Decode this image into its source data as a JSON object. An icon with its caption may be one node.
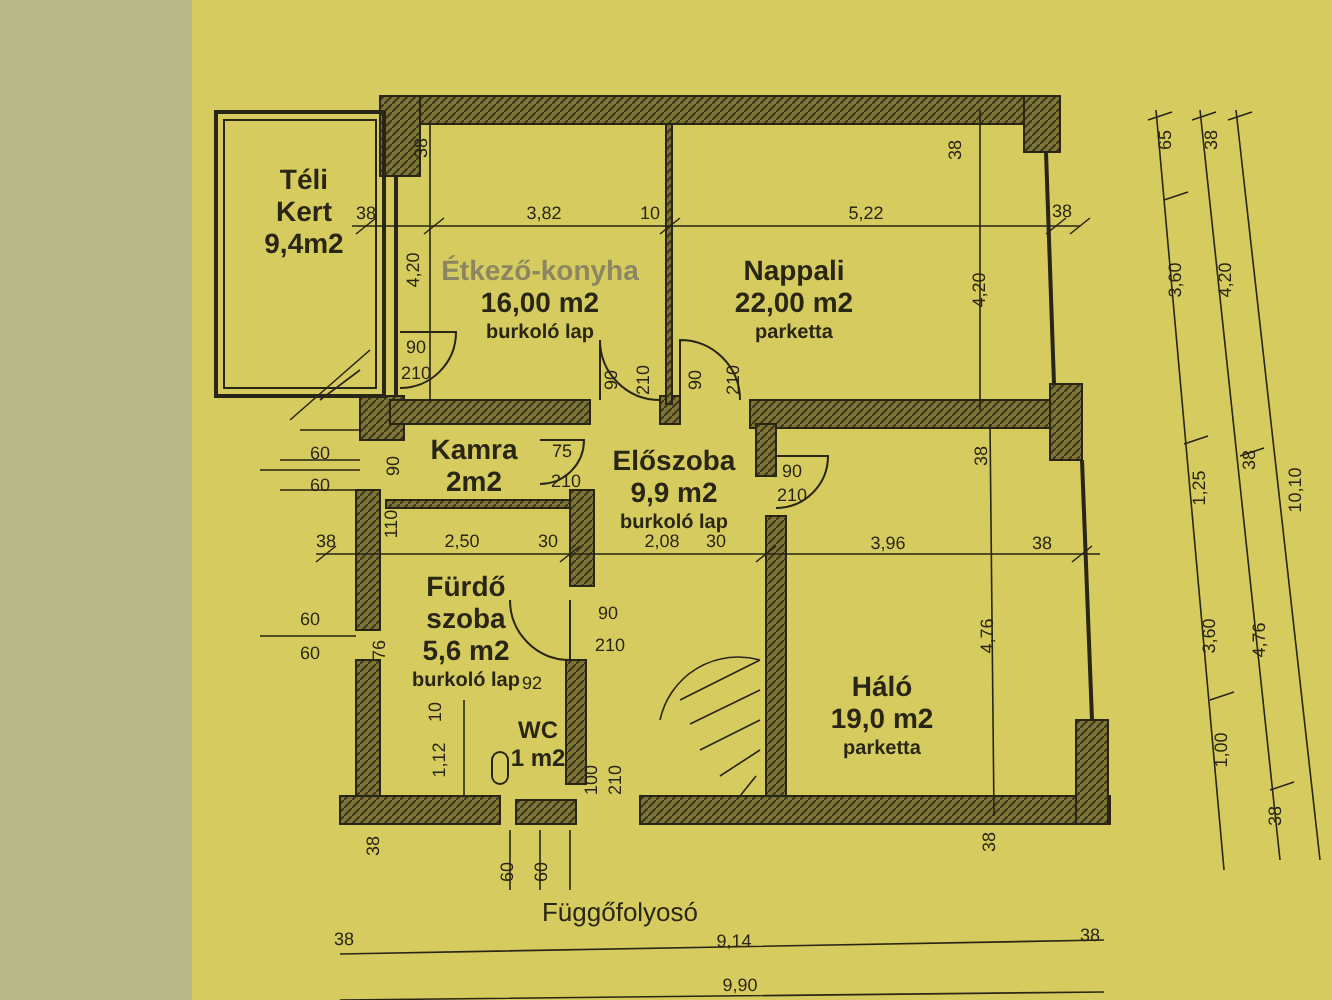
{
  "diagram": {
    "nodes": [
      {
        "text": [
          "Téli Kert",
          "9,4m2"
        ]
      },
      {
        "text": [
          "Étkező-konyha",
          "16,00 m2",
          "burkoló lap"
        ]
      },
      {
        "text": [
          "Nappali",
          "22,00 m2",
          "parketta"
        ]
      },
      {
        "text": [
          "Kamra",
          "2m2"
        ]
      },
      {
        "text": [
          "Előszoba",
          "9,9 m2",
          "burkoló lap"
        ]
      },
      {
        "text": [
          "Fürdő szoba",
          "5,6 m2",
          "burkoló lap"
        ]
      },
      {
        "text": [
          "WC",
          "1 m2"
        ]
      },
      {
        "text": [
          "Háló",
          "19,0 m2",
          "parketta"
        ]
      }
    ],
    "edges": [],
    "labels": [
      "38",
      "38",
      "65",
      "38",
      "38",
      "3,82",
      "10",
      "5,22",
      "38",
      "4,20",
      "4,20",
      "3,60",
      "4,20",
      "90",
      "210",
      "90",
      "210",
      "90",
      "210",
      "60",
      "90",
      "75",
      "210",
      "90",
      "210",
      "60",
      "38",
      "1,25",
      "38",
      "10,10",
      "110",
      "38",
      "2,50",
      "30",
      "2,08",
      "30",
      "3,96",
      "38",
      "90",
      "60",
      "4,76",
      "3,60",
      "4,76",
      "210",
      "60",
      "76",
      "92",
      "10",
      "1,12",
      "1,00",
      "100",
      "210",
      "38",
      "38",
      "38",
      "60",
      "60",
      "Függőfolyosó",
      "38",
      "9,14",
      "38",
      "9,90"
    ]
  }
}
